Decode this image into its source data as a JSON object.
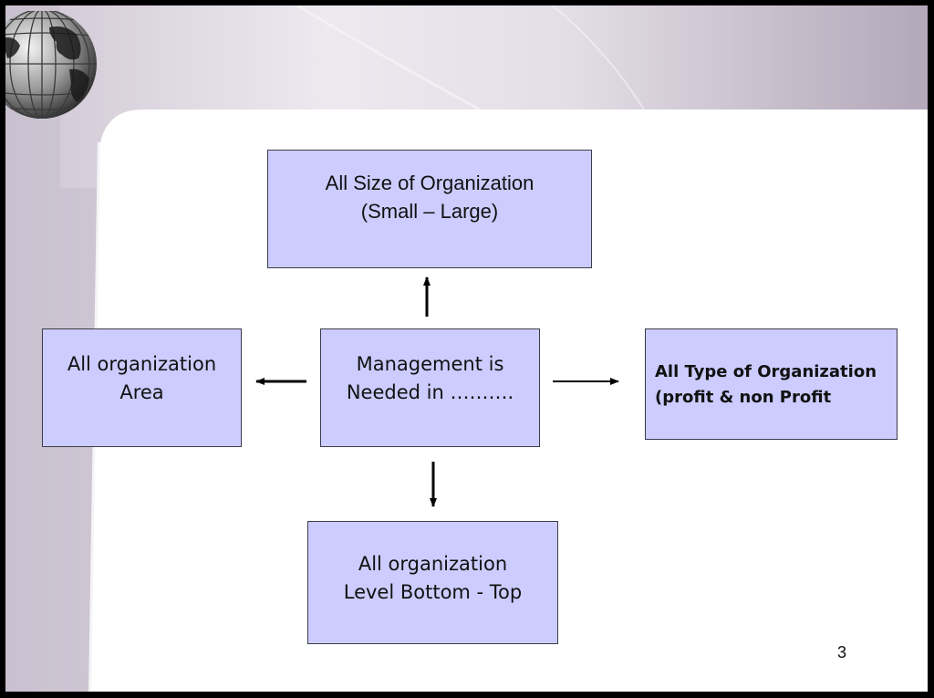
{
  "diagram": {
    "center_box": {
      "lines": [
        "Management is",
        "Needed in ………."
      ]
    },
    "top_box": {
      "lines": [
        "All Size of Organization",
        "(Small – Large)"
      ]
    },
    "left_box": {
      "lines": [
        "All organization",
        "Area"
      ]
    },
    "right_box": {
      "lines": [
        "All Type of Organization",
        "(profit &  non Profit"
      ]
    },
    "bottom_box": {
      "lines": [
        "All organization",
        "Level Bottom - Top"
      ]
    }
  },
  "slide": {
    "page_number": "3"
  },
  "colors": {
    "box_fill": "#ccccff",
    "box_border": "#3c3c4a",
    "arrow": "#000000",
    "band": "#d9d3de"
  }
}
